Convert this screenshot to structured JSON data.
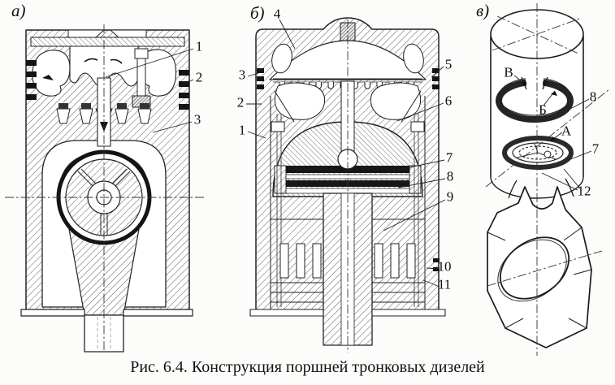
{
  "caption": "Рис. 6.4. Конструкция поршней тронковых дизелей",
  "panels": [
    {
      "id": "a",
      "label": "а)",
      "callouts": [
        "1",
        "2",
        "3"
      ]
    },
    {
      "id": "b",
      "label": "б)",
      "callouts": [
        "4",
        "3",
        "2",
        "1",
        "5",
        "6",
        "7",
        "8",
        "9",
        "10",
        "11"
      ]
    },
    {
      "id": "v",
      "label": "в)",
      "callouts": [
        "В",
        "8",
        "Б",
        "А",
        "7",
        "12"
      ]
    }
  ]
}
